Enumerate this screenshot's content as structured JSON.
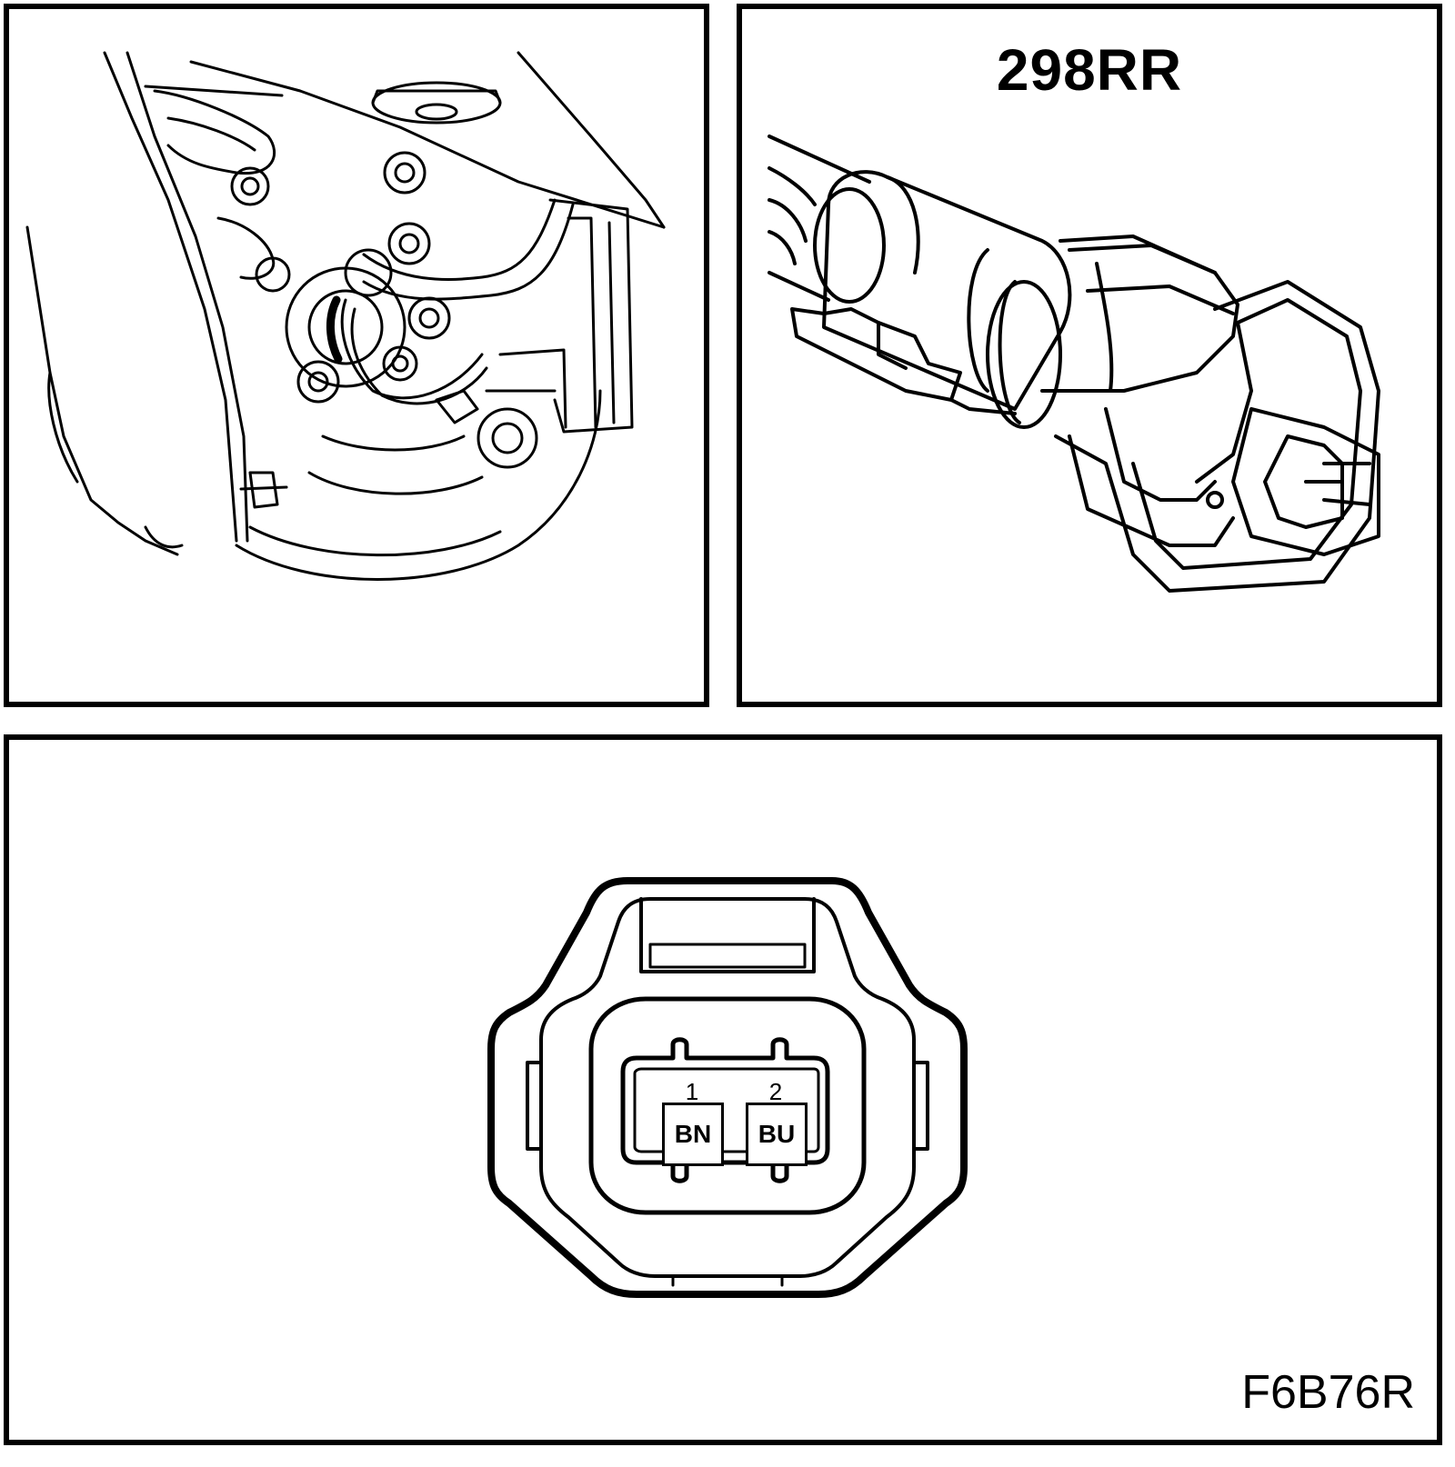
{
  "connector_code": "298RR",
  "figure_id": "F6B76R",
  "pins": [
    {
      "number": "1",
      "wire_color": "BN"
    },
    {
      "number": "2",
      "wire_color": "BU"
    }
  ],
  "colors": {
    "line": "#000000",
    "background": "#ffffff"
  }
}
